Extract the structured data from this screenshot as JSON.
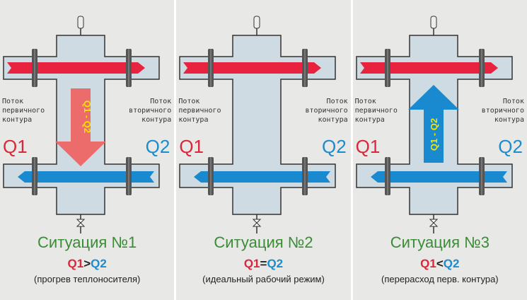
{
  "labels": {
    "primary": "Поток первичного контура",
    "secondary": "Поток вторичного контура",
    "q1": "Q1",
    "q2": "Q2",
    "arrow_text": "Q1 - Q2"
  },
  "colors": {
    "red": "#e8233f",
    "blue": "#1a8ad0",
    "green": "#3a8c35",
    "body": "#cfdbe3"
  },
  "panels": [
    {
      "title": "Ситуация №1",
      "q1": "Q1",
      "op": ">",
      "q2": "Q2",
      "subtitle": "(прогрев теплоносителя)",
      "arrow": "down",
      "arrow_text": "Q1 - Q2"
    },
    {
      "title": "Ситуация №2",
      "q1": "Q1",
      "op": "=",
      "q2": "Q2",
      "subtitle": "(идеальный рабочий режим)",
      "arrow": "none"
    },
    {
      "title": "Ситуация №3",
      "q1": "Q1",
      "op": "<",
      "q2": "Q2",
      "subtitle": "(перерасход перв. контура)",
      "arrow": "up",
      "arrow_text": "Q1 - Q2"
    }
  ]
}
